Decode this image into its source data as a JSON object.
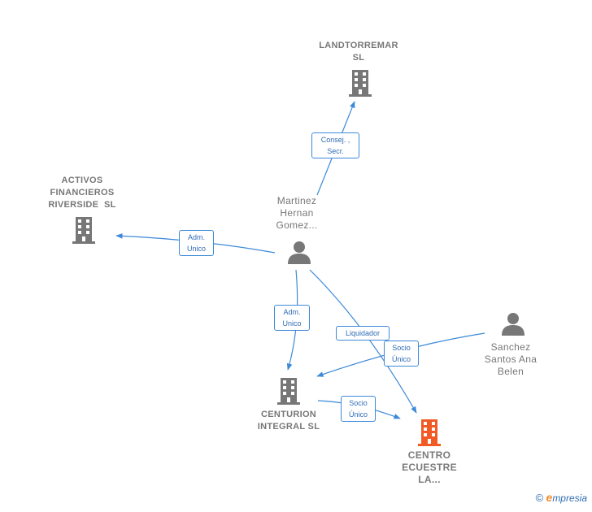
{
  "colors": {
    "edge": "#3d8ad8",
    "node_gray": "#777777",
    "focus_orange": "#f15a24"
  },
  "nodes": {
    "landtorremar": {
      "label_lines": [
        "LANDTORREMAR",
        "SL"
      ],
      "icon": "building-icon"
    },
    "activos": {
      "label_lines": [
        "ACTIVOS",
        "FINANCIEROS",
        "RIVERSIDE  SL"
      ],
      "icon": "building-icon"
    },
    "martinez": {
      "label_lines": [
        "Martinez",
        "Hernan",
        "Gomez..."
      ],
      "icon": "person-icon"
    },
    "sanchez": {
      "label_lines": [
        "Sanchez",
        "Santos Ana",
        "Belen"
      ],
      "icon": "person-icon"
    },
    "centurion": {
      "label_lines": [
        "CENTURION",
        "INTEGRAL SL"
      ],
      "icon": "building-icon"
    },
    "centro": {
      "label_lines": [
        "CENTRO",
        "ECUESTRE",
        "LA..."
      ],
      "icon": "building-icon"
    }
  },
  "edges": {
    "consej": {
      "label_lines": [
        "Consej. ,",
        "Secr."
      ]
    },
    "adm_activos": {
      "label_lines": [
        "Adm.",
        "Unico"
      ]
    },
    "adm_centurion": {
      "label_lines": [
        "Adm.",
        "Unico"
      ]
    },
    "liquidador": {
      "label_lines": [
        "Liquidador"
      ]
    },
    "socio_sanchez": {
      "label_lines": [
        "Socio",
        "Único"
      ]
    },
    "socio_centurion": {
      "label_lines": [
        "Socio",
        "Único"
      ]
    }
  },
  "brand": {
    "copyright": "©",
    "e": "e",
    "name": "mpresia"
  }
}
